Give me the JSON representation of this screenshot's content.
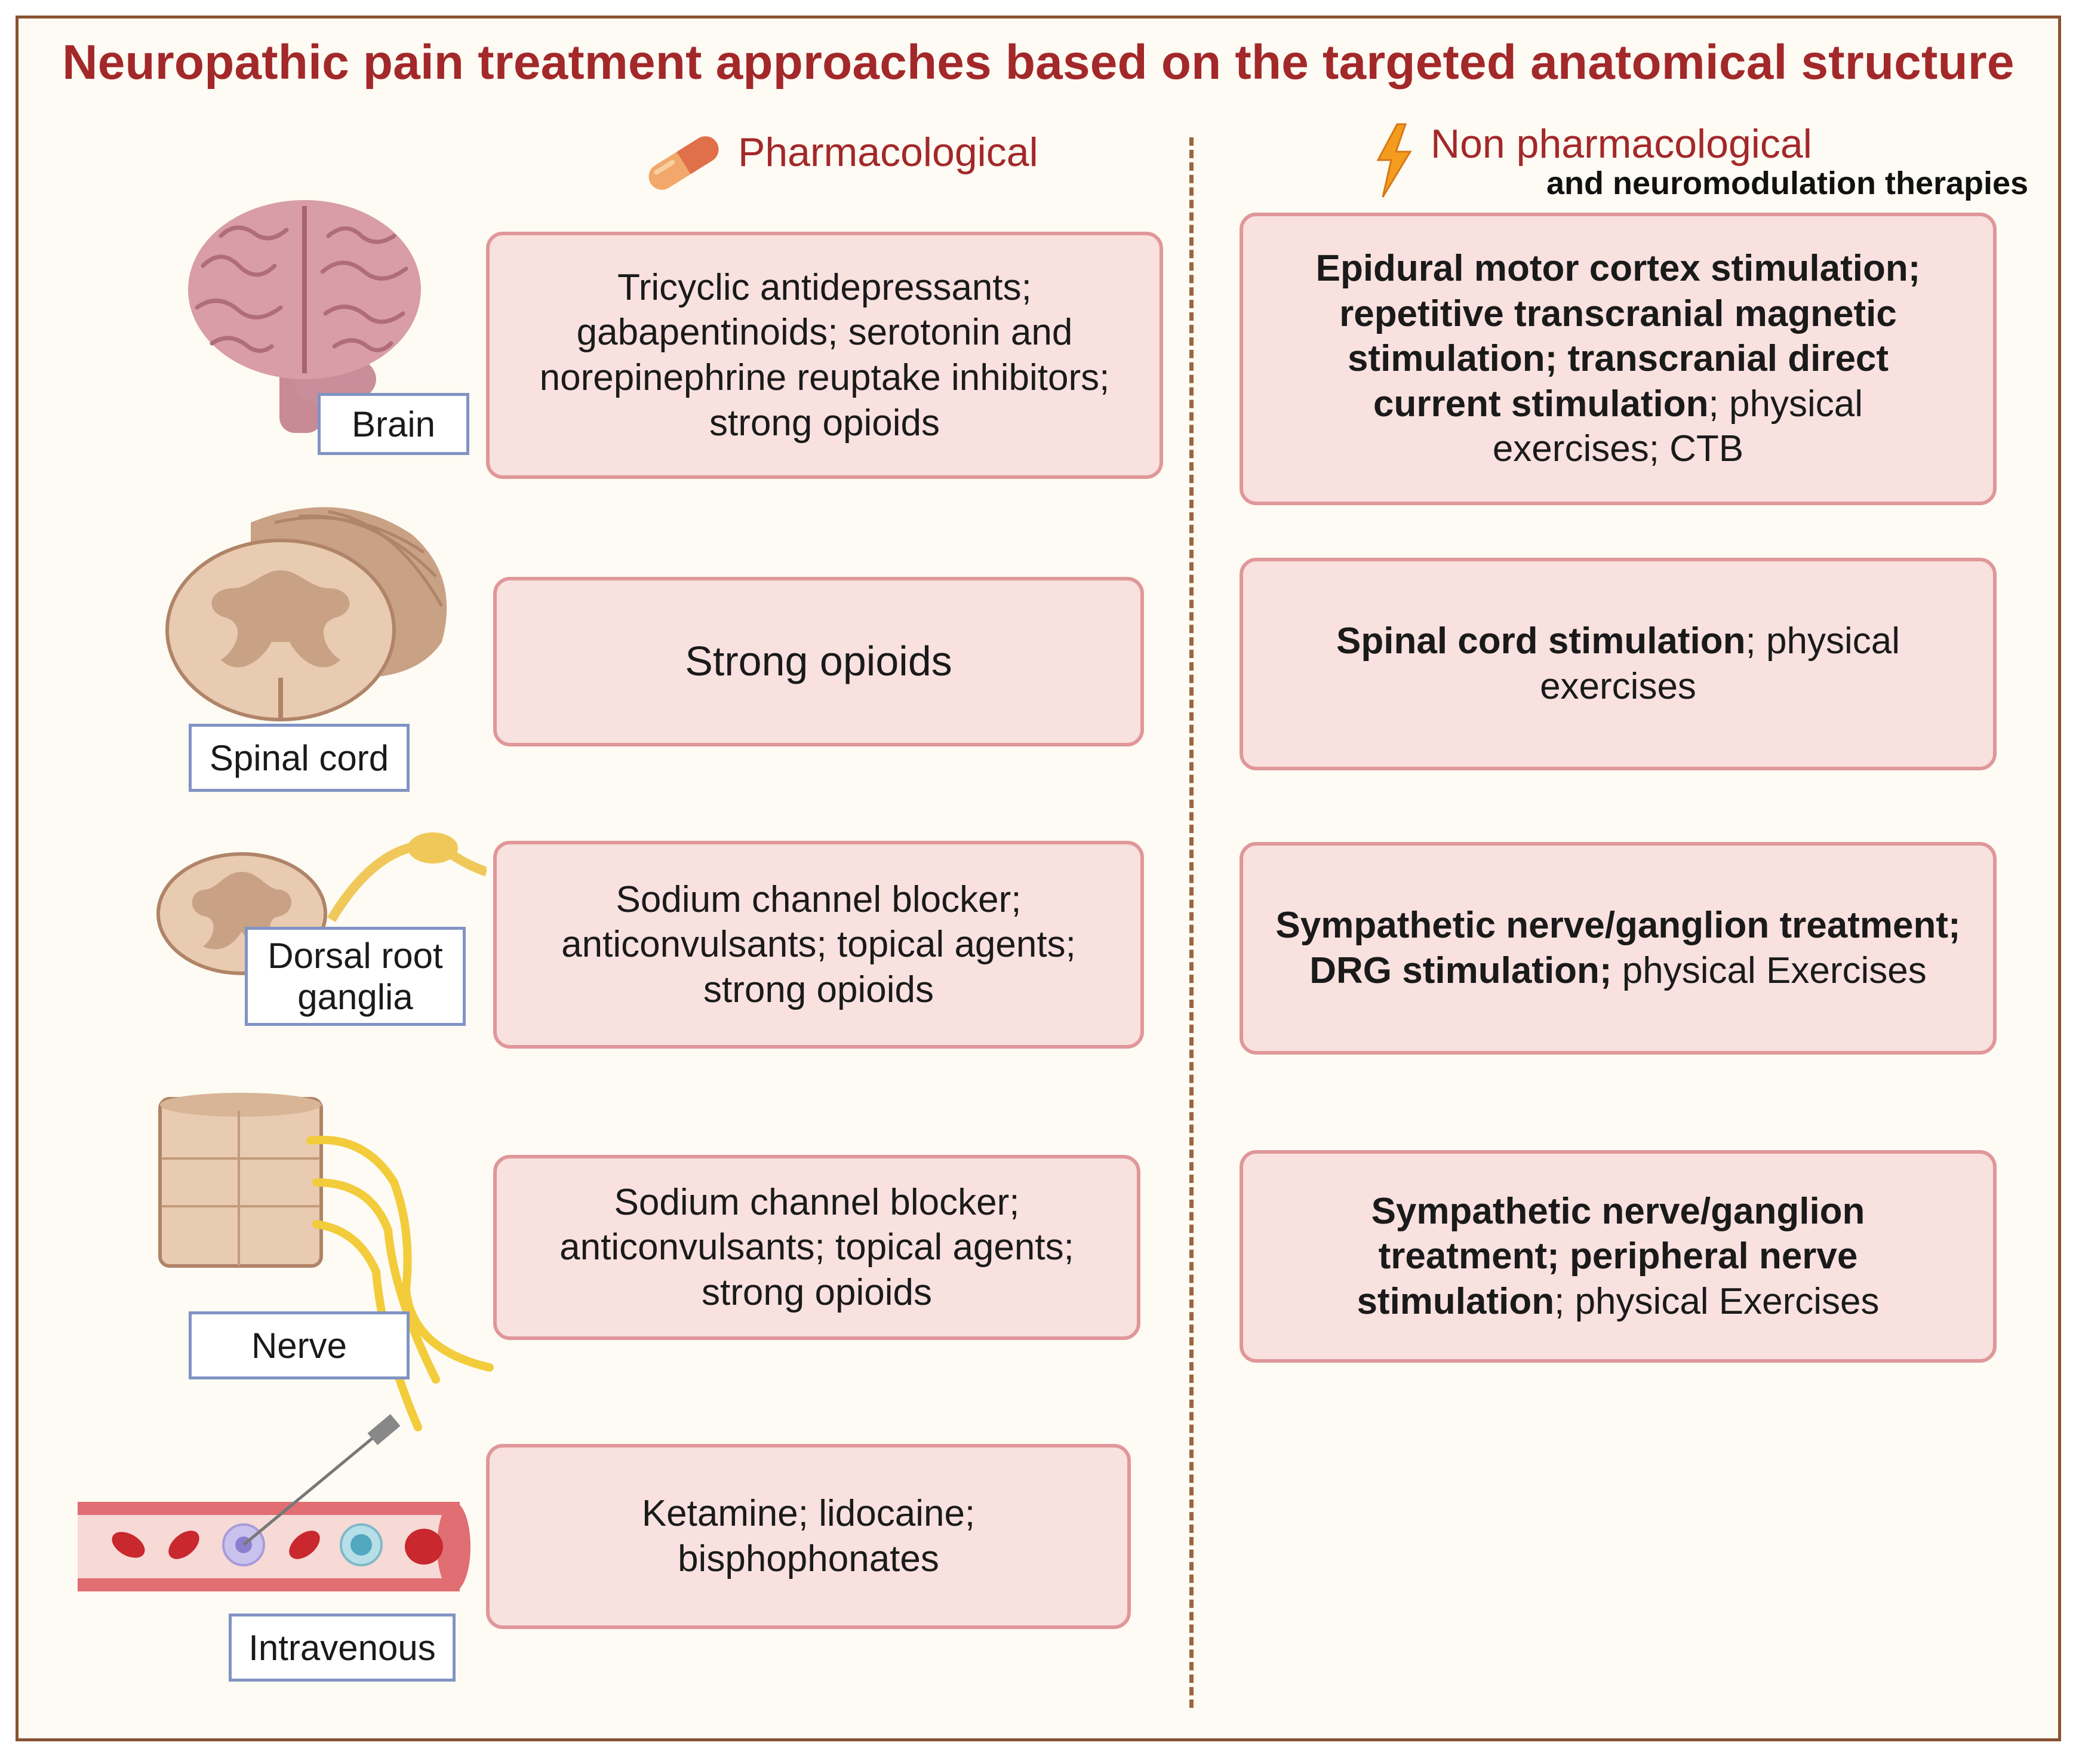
{
  "title": "Neuropathic pain treatment approaches based on the targeted anatomical structure",
  "columns": {
    "pharmacological": "Pharmacological",
    "non_pharmacological": "Non pharmacological",
    "non_pharmacological_sub": "and neuromodulation therapies"
  },
  "icons": {
    "pharmacological": "pill-capsule-icon",
    "non_pharmacological": "lightning-bolt-icon"
  },
  "colors": {
    "title": "#a3282a",
    "box_fill": "#f8e1df",
    "box_border": "#e0979a",
    "label_border": "#8093c4",
    "frame": "#8a5232"
  },
  "rows": [
    {
      "structure": "Brain",
      "pharmacological": "Tricyclic antidepressants; gabapentinoids; serotonin and norepinephrine reuptake inhibitors; strong opioids",
      "non_pharmacological": {
        "bold": "Epidural motor cortex stimulation; repetitive transcranial magnetic stimulation; transcranial direct current stimulation",
        "normal": "; physical exercises; CTB"
      }
    },
    {
      "structure": "Spinal cord",
      "pharmacological": "Strong opioids",
      "non_pharmacological": {
        "bold": "Spinal cord stimulation",
        "normal": "; physical exercises"
      }
    },
    {
      "structure": "Dorsal root ganglia",
      "pharmacological": "Sodium channel blocker; anticonvulsants; topical agents; strong opioids",
      "non_pharmacological": {
        "bold": "Sympathetic nerve/ganglion treatment; DRG stimulation;",
        "normal": " physical Exercises"
      }
    },
    {
      "structure": "Nerve",
      "pharmacological": "Sodium channel blocker; anticonvulsants; topical agents; strong opioids",
      "non_pharmacological": {
        "bold": "Sympathetic nerve/ganglion treatment; peripheral nerve stimulation",
        "normal": "; physical Exercises"
      }
    },
    {
      "structure": "Intravenous",
      "pharmacological": "Ketamine; lidocaine; bisphophonates"
    }
  ]
}
